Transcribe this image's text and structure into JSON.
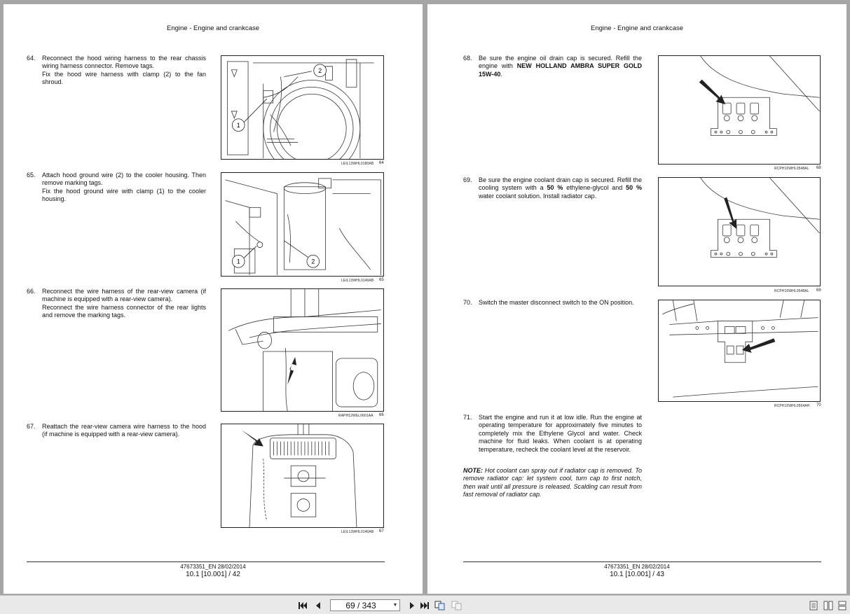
{
  "left_page": {
    "header": "Engine - Engine and crankcase",
    "steps": [
      {
        "num": "64.",
        "lines": [
          "Reconnect the hood wiring harness to the rear chassis wiring harness connector. Remove tags.",
          "Fix the hood wire harness with clamp (2) to the fan shroud."
        ]
      },
      {
        "num": "65.",
        "lines": [
          "Attach hood ground wire (2) to the cooler housing. Then remove marking tags.",
          "Fix the hood ground wire with clamp (1) to the cooler housing."
        ]
      },
      {
        "num": "66.",
        "lines": [
          "Reconnect the wire harness of the rear-view camera (if machine is equipped with a rear-view camera).",
          "Reconnect the wire harness connector of the rear lights and remove the marking tags."
        ]
      },
      {
        "num": "67.",
        "lines": [
          "Reattach the rear-view camera wire harness to the hood (if machine is equipped with a rear-view camera)."
        ]
      }
    ],
    "figures": [
      {
        "caption": "LEIL13WHL0180AB",
        "number": "64",
        "callouts": [
          "1",
          "2"
        ]
      },
      {
        "caption": "LEIL13WHL0149AB",
        "number": "65",
        "callouts": [
          "1",
          "2"
        ]
      },
      {
        "caption": "RAPH12WEL0601AA",
        "number": "66"
      },
      {
        "caption": "LEIL13WHL0140AB",
        "number": "67"
      }
    ],
    "footer_doc": "47673351_EN 28/02/2014",
    "footer_page": "10.1 [10.001] / 42"
  },
  "right_page": {
    "header": "Engine - Engine and crankcase",
    "step68": {
      "num": "68.",
      "text": "Be sure the engine oil drain cap is secured. Refill the engine with ",
      "bold": "NEW HOLLAND AMBRA SUPER GOLD 15W-40",
      "end": "."
    },
    "step69": {
      "num": "69.",
      "text1": "Be sure the engine coolant drain cap is secured. Refill the cooling system with a ",
      "bold1": "50 %",
      "text2": " ethylene-glycol and ",
      "bold2": "50 %",
      "text3": " water coolant solution. Install radiator cap."
    },
    "step70": {
      "num": "70.",
      "text": "Switch the master disconnect switch to the ON position."
    },
    "step71": {
      "num": "71.",
      "text": "Start the engine and run it at low idle. Run the engine at operating temperature for approximately five minutes to completely mix the Ethylene Glycol and water. Check machine for fluid leaks. When coolant is at operating temperature, recheck the coolant level at the reservoir."
    },
    "note_label": "NOTE:",
    "note_text": " Hot coolant can spray out if radiator cap is removed. To remove radiator cap: let system cool, turn cap to first notch, then wait until all pressure is released. Scalding can result from fast removal of radiator cap.",
    "figures": [
      {
        "caption": "RCPH10WHL0548AL",
        "number": "68"
      },
      {
        "caption": "RCPH10WHL0548AL",
        "number": "69"
      },
      {
        "caption": "RCPH10WHL0564AH",
        "number": "70"
      }
    ],
    "footer_doc": "47673351_EN 28/02/2014",
    "footer_page": "10.1 [10.001] / 43"
  },
  "toolbar": {
    "page_indicator": "69 / 343",
    "icons": [
      "first-page-icon",
      "previous-page-icon",
      "next-page-icon",
      "last-page-icon",
      "copy-icon",
      "paste-icon",
      "single-page-view-icon",
      "two-page-view-icon",
      "continuous-view-icon"
    ]
  }
}
